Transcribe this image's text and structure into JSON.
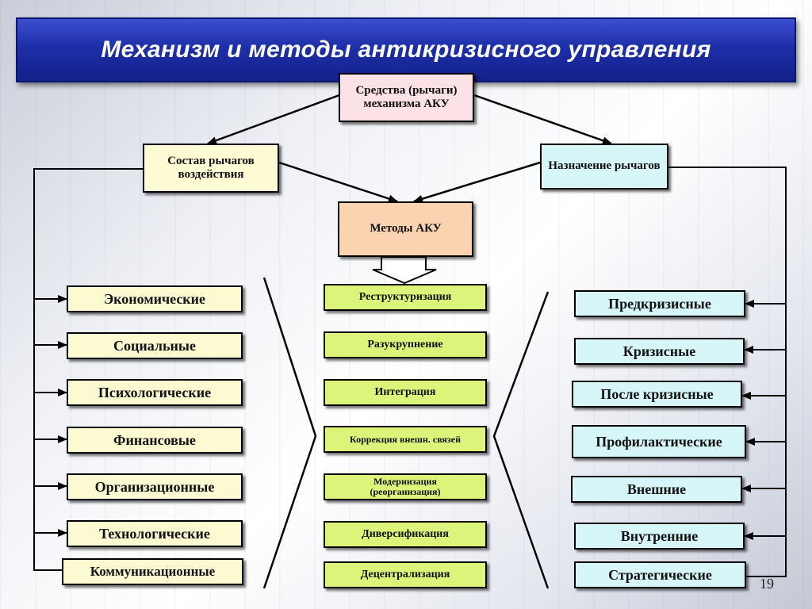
{
  "title": "Механизм и методы антикризисного управления",
  "top_box": "Средства (рычаги) механизма АКУ",
  "left_box": "Состав рычагов воздействия",
  "right_box": "Назначение рычагов",
  "center_box": "Методы АКУ",
  "left_items": [
    "Экономические",
    "Социальные",
    "Психологические",
    "Финансовые",
    "Организационные",
    "Технологические",
    "Коммуникационные"
  ],
  "center_items": [
    "Реструктуризация",
    "Разукрупнение",
    "Интеграция",
    "Коррекция внешн. связей",
    "Модернизация (реорганизация)",
    "Диверсификация",
    "Децентрализация"
  ],
  "right_items": [
    "Предкризисные",
    "Кризисные",
    "После кризисные",
    "Профилактические",
    "Внешние",
    "Внутренние",
    "Стратегические"
  ],
  "page_number": "19",
  "colors": {
    "title_bg": "#1e2fa8",
    "top_box": "#fce1e6",
    "left_box": "#fdfbd3",
    "right_box": "#d7f6f8",
    "center_box": "#fbd3b0",
    "center_items": "#dcf47a",
    "left_items": "#fcfad0",
    "right_items": "#d7f6f8"
  }
}
